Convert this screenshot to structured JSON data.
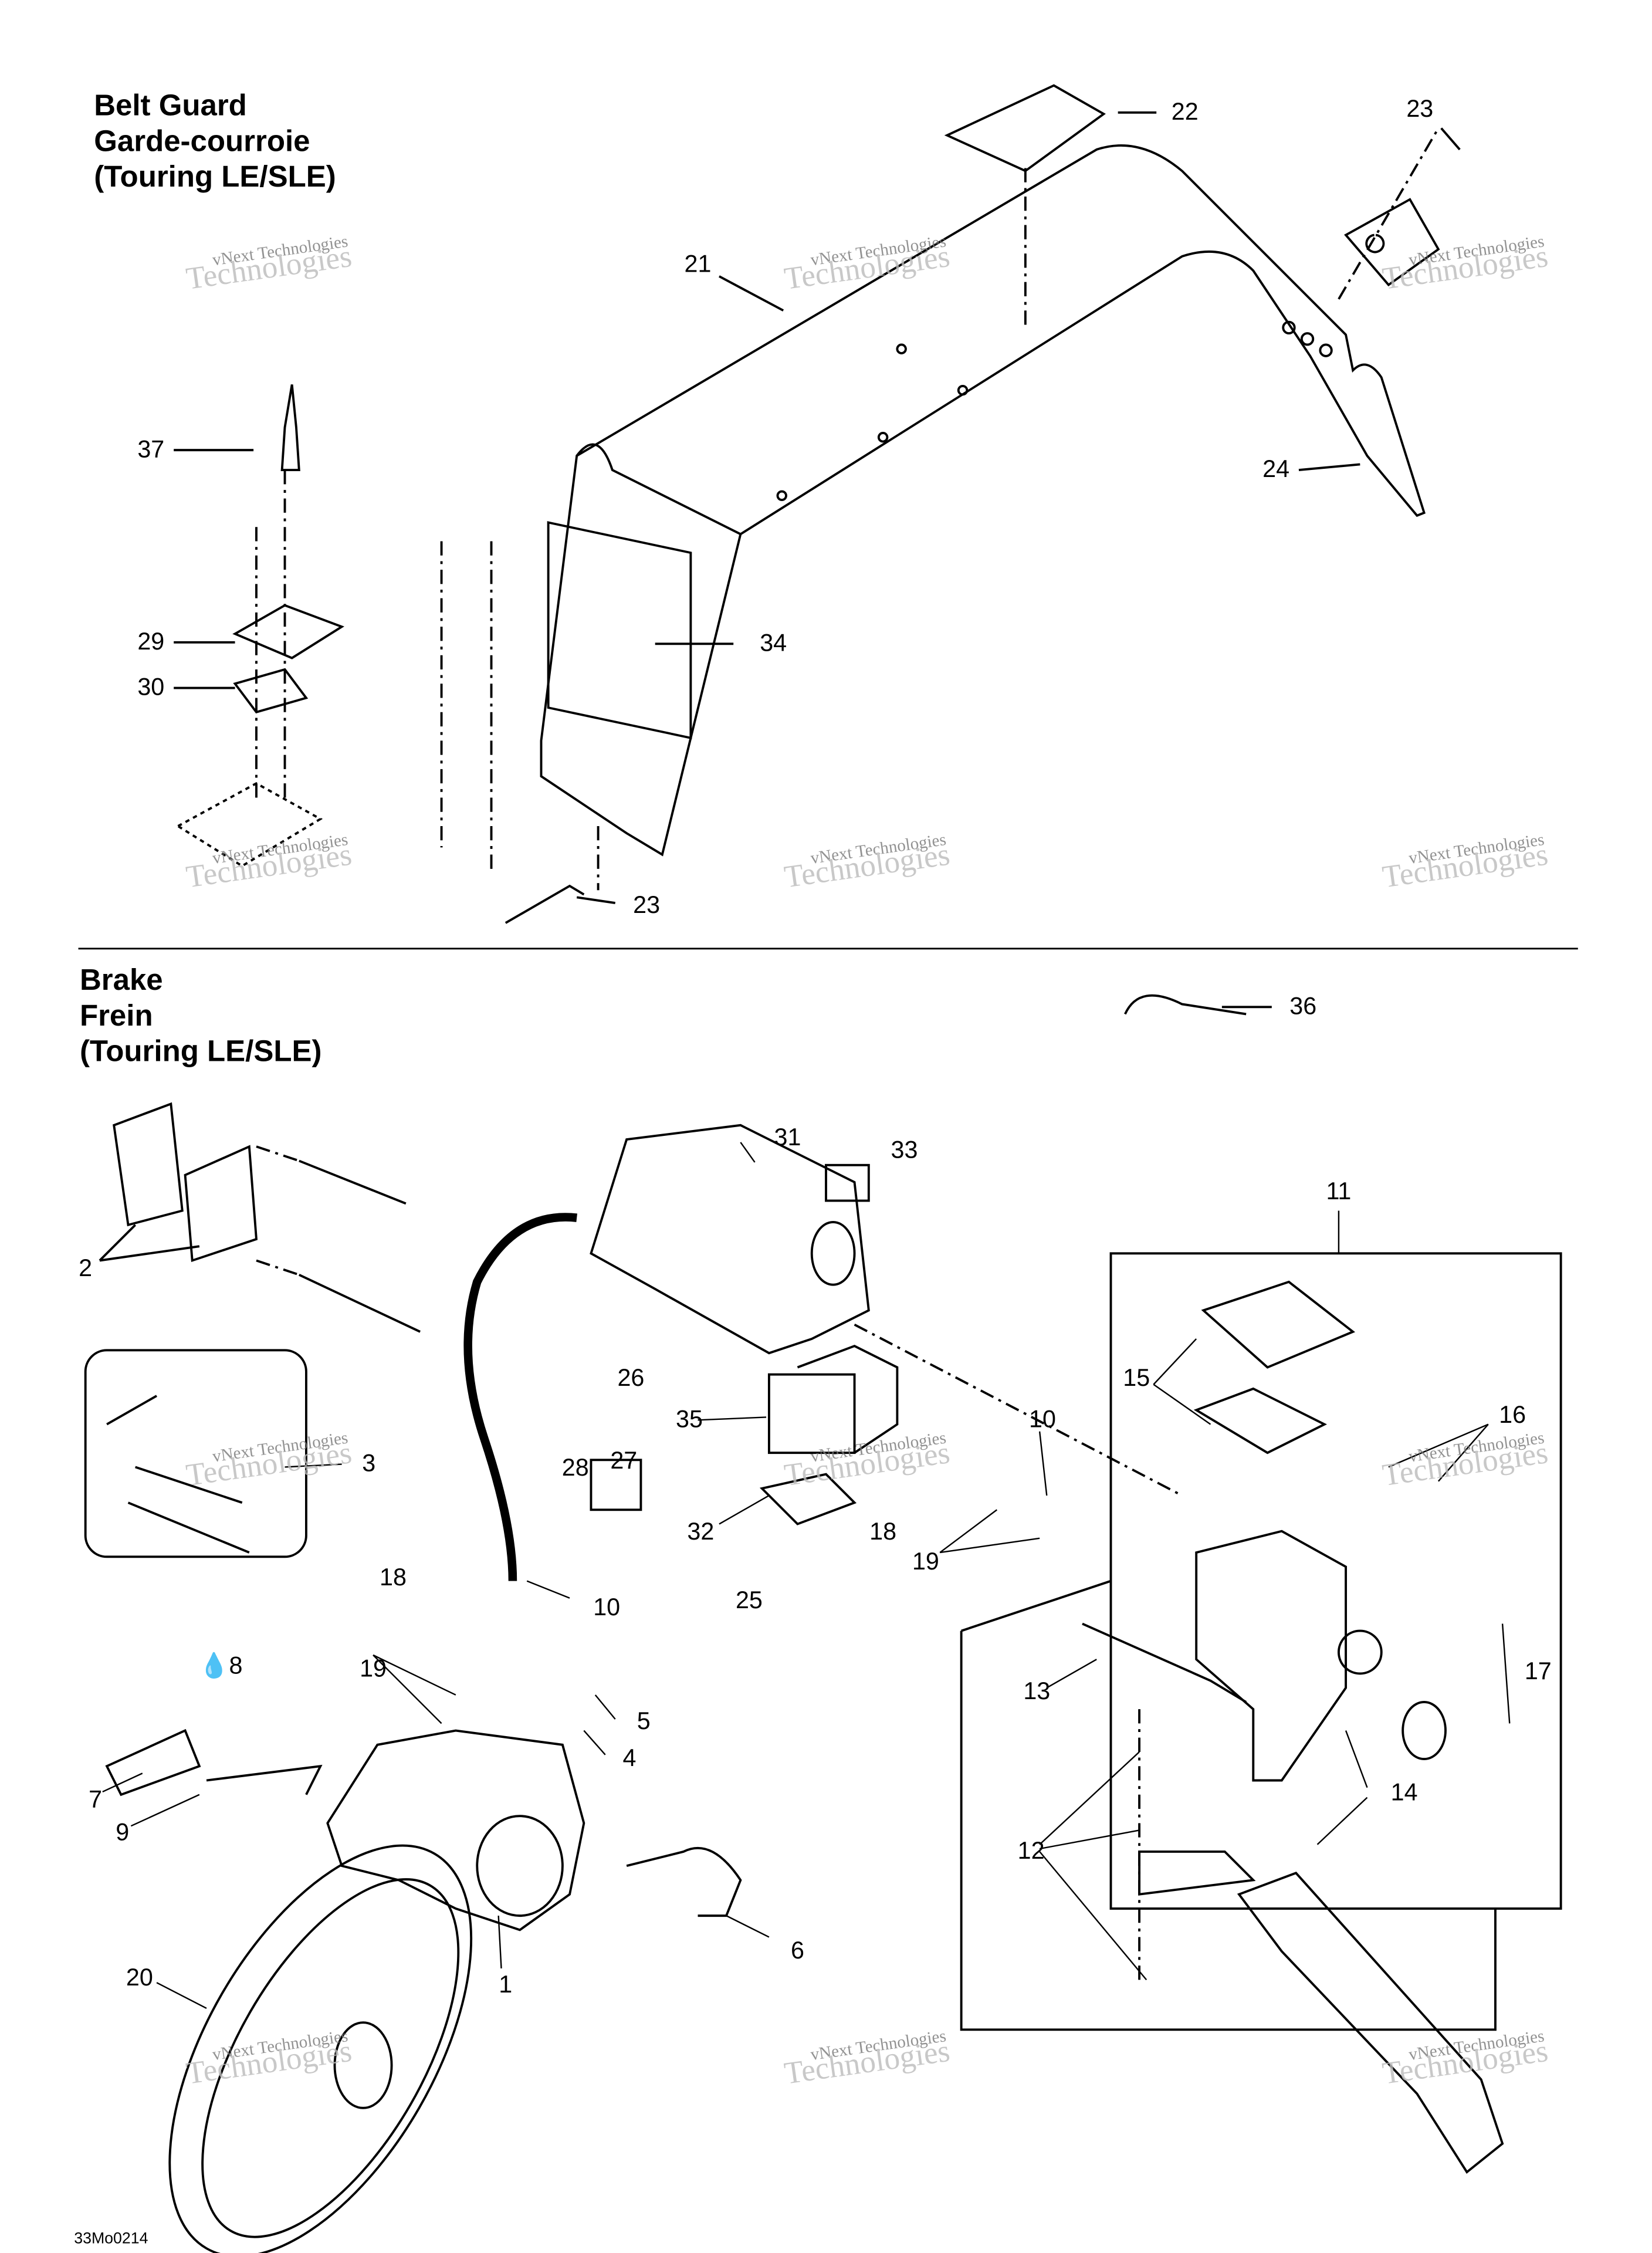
{
  "sections": [
    {
      "title": [
        "Belt Guard",
        "Garde-courroie",
        "(Touring LE/SLE)"
      ]
    },
    {
      "title": [
        "Brake",
        "Frein",
        "(Touring LE/SLE)"
      ]
    }
  ],
  "callouts": [
    "22",
    "23",
    "21",
    "37",
    "24",
    "29",
    "30",
    "34",
    "23",
    "36",
    "31",
    "33",
    "11",
    "2",
    "16",
    "15",
    "10",
    "26",
    "35",
    "3",
    "28",
    "27",
    "32",
    "18",
    "19",
    "25",
    "18",
    "10",
    "8",
    "19",
    "17",
    "13",
    "5",
    "4",
    "14",
    "7",
    "9",
    "12",
    "6",
    "20",
    "1"
  ],
  "watermark": {
    "line1": "vNext Technologies",
    "line2": "Technologies"
  },
  "footer_code": "33Mo0214"
}
